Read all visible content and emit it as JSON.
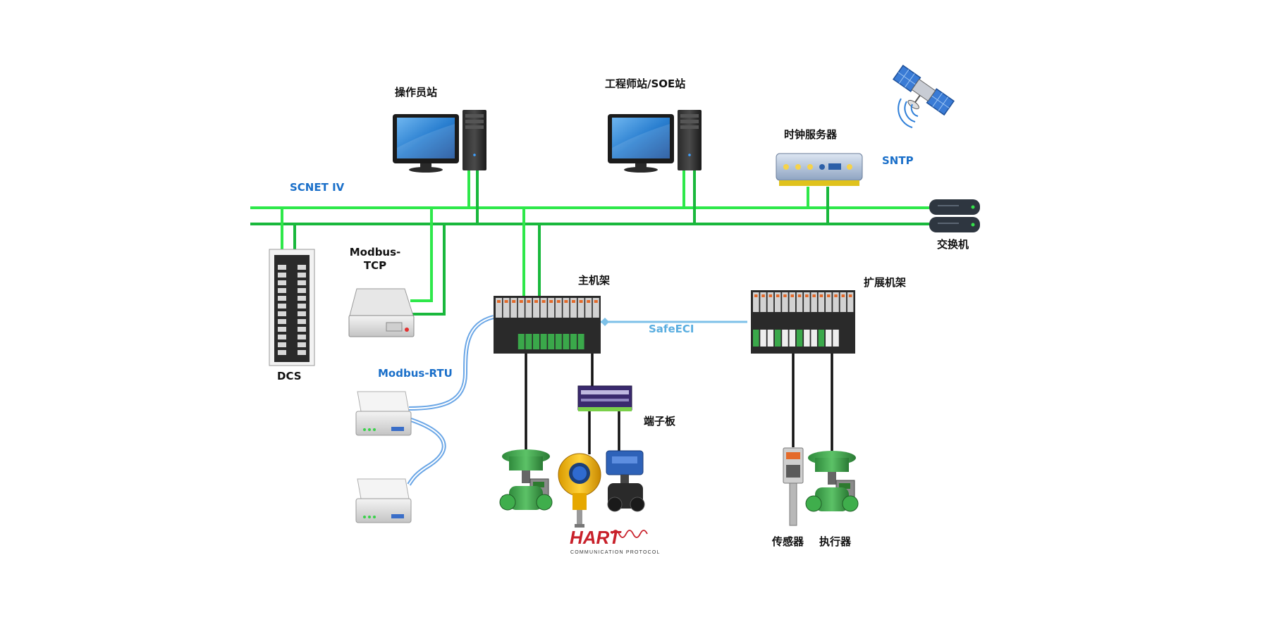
{
  "labels": {
    "operator_station": "操作员站",
    "engineer_station": "工程师站/SOE站",
    "clock_server": "时钟服务器",
    "sntp": "SNTP",
    "scnet": "SCNET IV",
    "switch": "交换机",
    "modbus_tcp_line1": "Modbus-",
    "modbus_tcp_line2": "TCP",
    "main_rack": "主机架",
    "expansion_rack": "扩展机架",
    "safeeci": "SafeECI",
    "modbus_rtu": "Modbus-RTU",
    "dcs": "DCS",
    "terminal_board": "端子板",
    "sensor": "传感器",
    "actuator": "执行器"
  },
  "hart_logo": {
    "word": "HART",
    "tagline": "COMMUNICATION PROTOCOL"
  },
  "colors": {
    "network_line_light": "#2ee84a",
    "network_line_dark": "#19b83c",
    "serial_line": "#6aa6e6",
    "safeeci_line": "#7dc1e8",
    "field_wire": "#111111",
    "label_blue": "#1a6fc9",
    "hart_red": "#c8202a"
  }
}
